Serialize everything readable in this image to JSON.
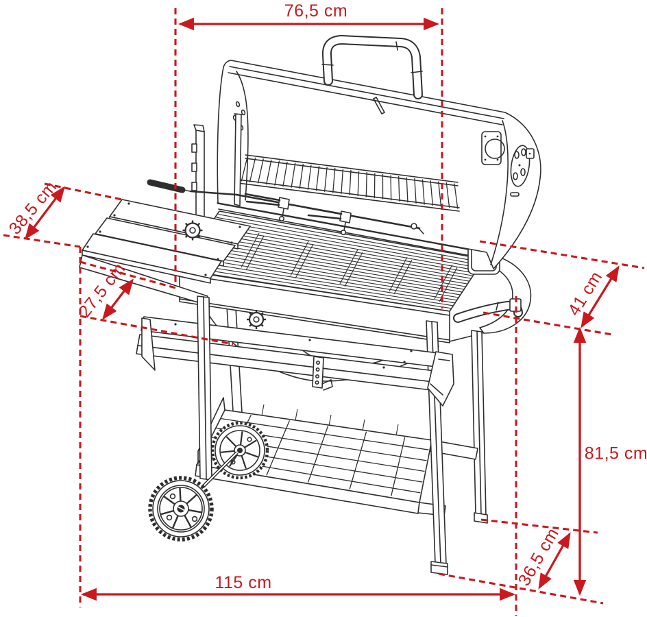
{
  "diagram": {
    "title": "charcoal-barrel-grill-dimension-drawing",
    "background_color": "#ffffff",
    "line_color": "#2e2e2e",
    "dimension_color": "#c9191e",
    "unit": "cm",
    "dimensions": {
      "top_width": {
        "label": "76,5 cm",
        "value": 76.5
      },
      "side_table_depth": {
        "label": "38,5 cm",
        "value": 38.5
      },
      "front_shelf_depth": {
        "label": "27,5 cm",
        "value": 27.5
      },
      "body_depth": {
        "label": "41 cm",
        "value": 41
      },
      "working_height": {
        "label": "81,5 cm",
        "value": 81.5
      },
      "base_depth": {
        "label": "36,5 cm",
        "value": 36.5
      },
      "total_width": {
        "label": "115 cm",
        "value": 115
      }
    },
    "parts": [
      "open-lid",
      "lid-handle",
      "warming-rack",
      "rotisserie-spit",
      "spit-forks",
      "crank-handle",
      "cooking-grate",
      "firebox",
      "end-cap",
      "rotisserie-motor",
      "side-handle",
      "side-table",
      "front-shelf",
      "ash-lever",
      "legs",
      "bottom-wire-shelf",
      "wheels"
    ]
  }
}
